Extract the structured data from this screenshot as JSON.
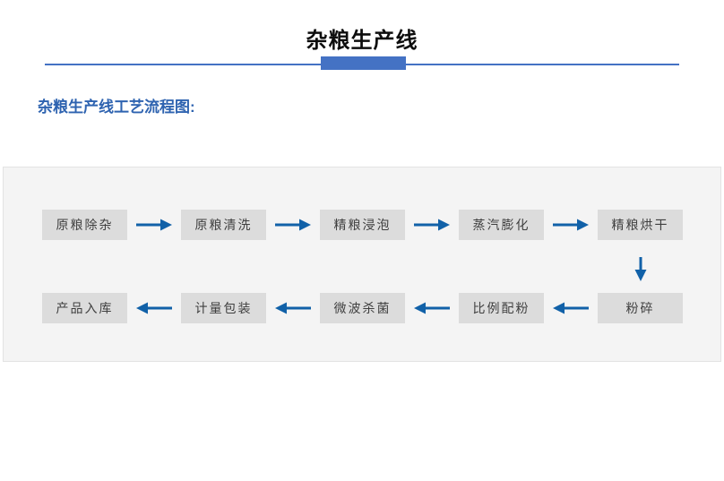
{
  "title": "杂粮生产线",
  "section": {
    "heading": "杂粮生产线工艺流程图:"
  },
  "flowchart": {
    "row1": {
      "arrow_direction": "right",
      "steps": [
        "原粮除杂",
        "原粮清洗",
        "精粮浸泡",
        "蒸汽膨化",
        "精粮烘干"
      ]
    },
    "connector": {
      "direction": "down",
      "from": "精粮烘干",
      "to": "粉碎"
    },
    "row2": {
      "arrow_direction": "left",
      "steps": [
        "产品入库",
        "计量包装",
        "微波杀菌",
        "比例配粉",
        "粉碎"
      ]
    }
  },
  "colors": {
    "accent_blue": "#4472C4",
    "arrow_blue": "#1161A8",
    "heading_blue": "#2E63B0",
    "box_fill": "#DCDCDC",
    "panel_fill": "#F4F4F4"
  }
}
